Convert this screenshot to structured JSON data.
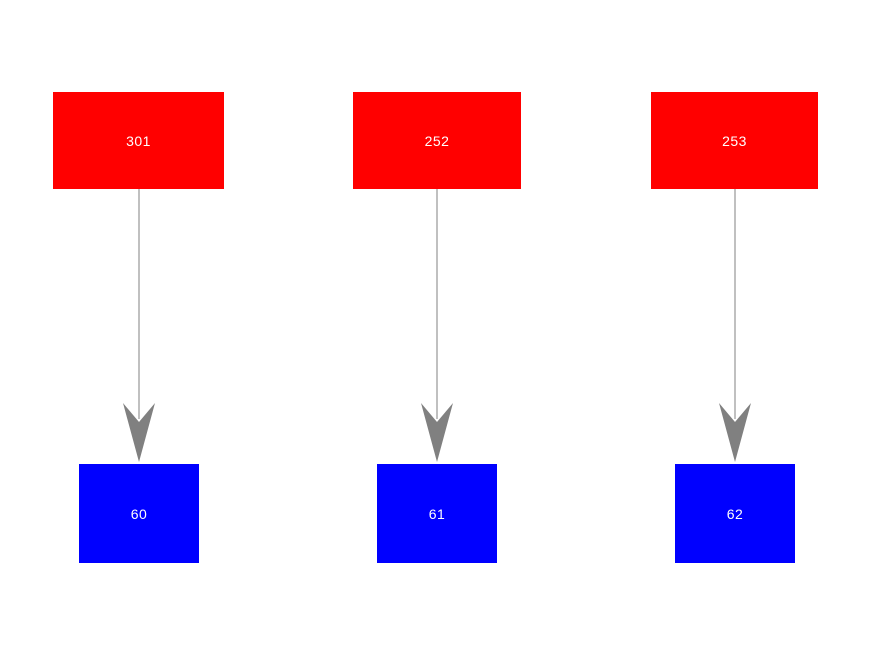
{
  "diagram": {
    "type": "flow",
    "description": "Three source-to-target mappings shown as red boxes with downward arrows to blue boxes",
    "colors": {
      "background": "#ffffff",
      "source_fill": "#ff0000",
      "target_fill": "#0000ff",
      "arrow": "#808080",
      "label_text": "#ffffff"
    },
    "columns": [
      {
        "source_label": "301",
        "target_label": "60"
      },
      {
        "source_label": "252",
        "target_label": "61"
      },
      {
        "source_label": "253",
        "target_label": "62"
      }
    ]
  }
}
